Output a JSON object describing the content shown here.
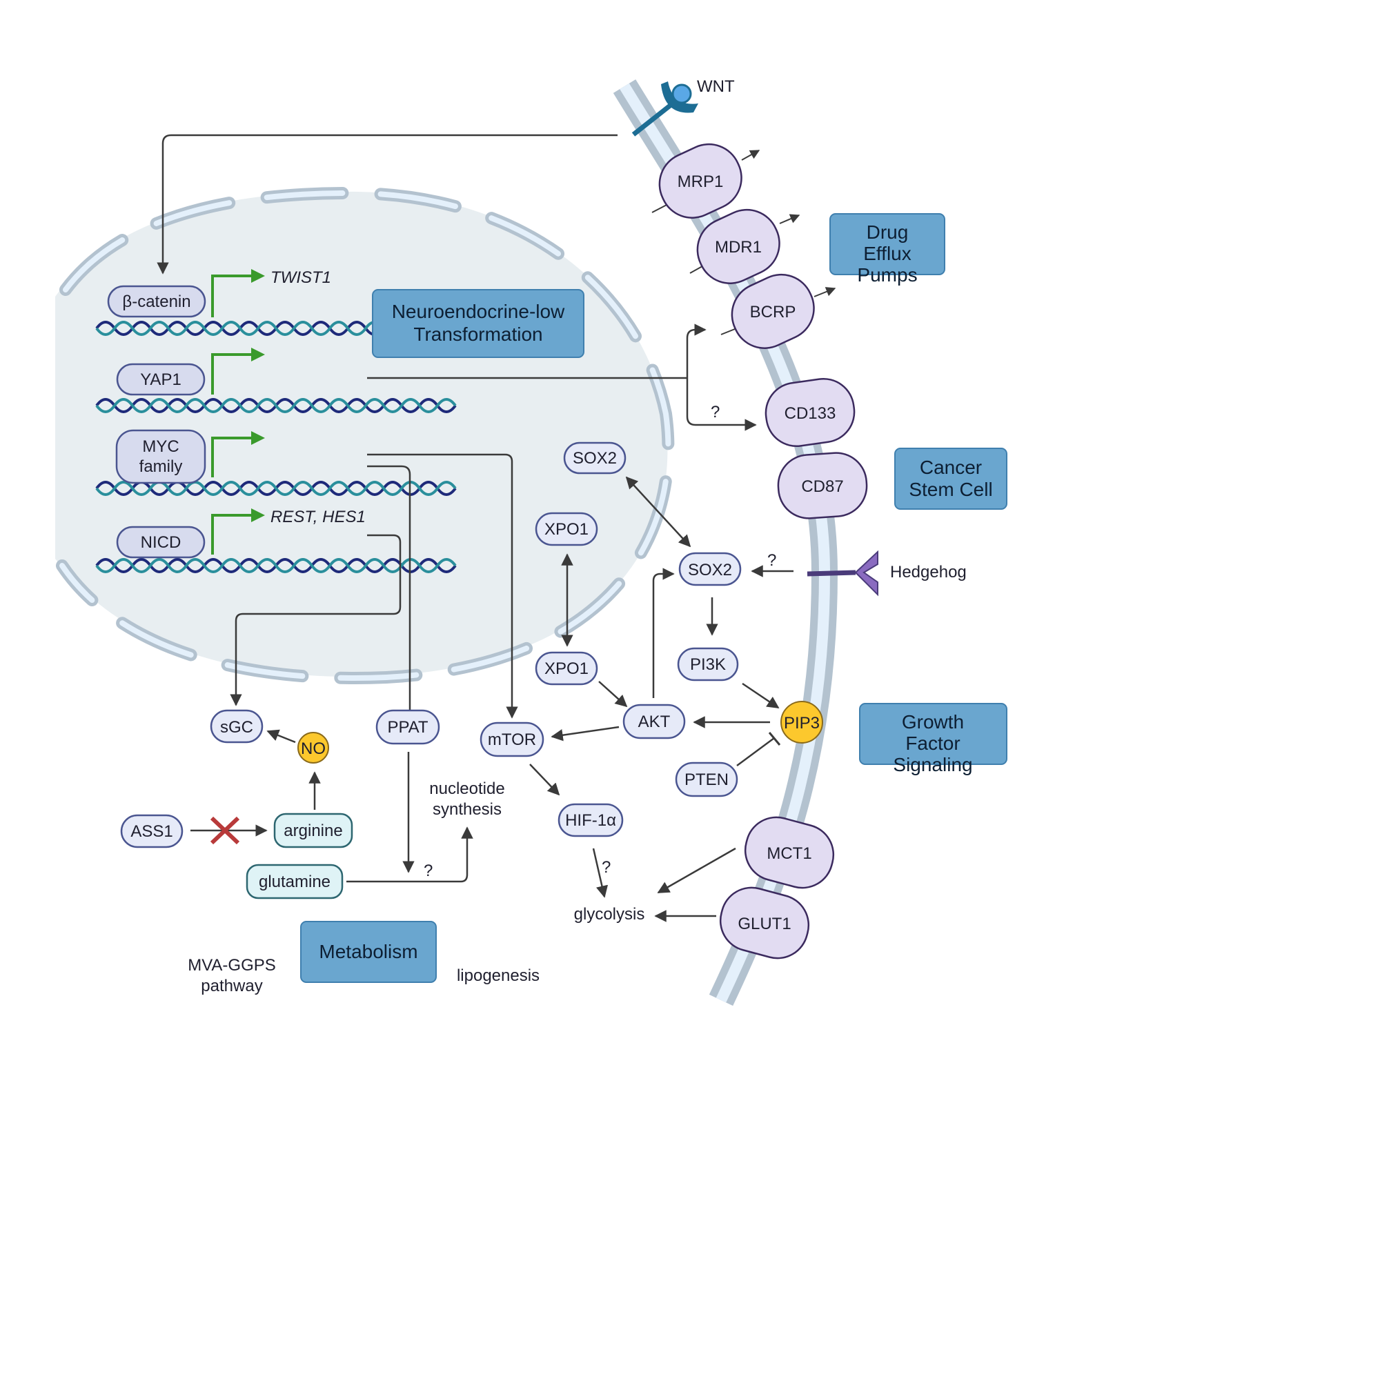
{
  "receptors": {
    "wnt": "WNT",
    "hedgehog": "Hedgehog"
  },
  "transporters": {
    "mrp1": "MRP1",
    "mdr1": "MDR1",
    "bcrp": "BCRP",
    "cd133": "CD133",
    "cd87": "CD87",
    "mct1": "MCT1",
    "glut1": "GLUT1"
  },
  "transcription": {
    "beta_catenin": "β-catenin",
    "yap1": "YAP1",
    "myc_line1": "MYC",
    "myc_line2": "family",
    "nicd": "NICD"
  },
  "targets": {
    "twist1": "TWIST1",
    "rest_hes1": "REST, HES1"
  },
  "nodes": {
    "sox2_upper": "SOX2",
    "sox2_lower": "SOX2",
    "xpo1_upper": "XPO1",
    "xpo1_lower": "XPO1",
    "pi3k": "PI3K",
    "akt": "AKT",
    "pip3": "PIP3",
    "pten": "PTEN",
    "mtor": "mTOR",
    "hif1a": "HIF-1α",
    "sgc": "sGC",
    "no": "NO",
    "ppat": "PPAT",
    "ass1": "ASS1",
    "arginine": "arginine",
    "glutamine": "glutamine"
  },
  "processes": {
    "nucleotide_line1": "nucleotide",
    "nucleotide_line2": "synthesis",
    "glycolysis": "glycolysis",
    "mva_line1": "MVA-GGPS",
    "mva_line2": "pathway",
    "lipogenesis": "lipogenesis"
  },
  "categories": {
    "neuro_line1": "Neuroendocrine-low",
    "neuro_line2": "Transformation",
    "drug_line1": "Drug",
    "drug_line2": "Efflux",
    "drug_line3": "Pumps",
    "csc_line1": "Cancer",
    "csc_line2": "Stem Cell",
    "gfs_line1": "Growth",
    "gfs_line2": "Factor",
    "gfs_line3": "Signaling",
    "metabolism": "Metabolism"
  },
  "question_marks": {
    "q": "?"
  },
  "colors": {
    "category_box": "#6aa6cf",
    "transporter_fill": "#e2dcf2",
    "transporter_stroke": "#3b2a5e",
    "node_fill": "#e6eaf8",
    "node_stroke": "#4a5590",
    "metabolite_fill": "#dff3f6",
    "metabolite_stroke": "#2d6670",
    "yellow": "#fcc82d",
    "promoter_arrow": "#3a9a2c",
    "membrane": "#b3c2cf",
    "membrane_inner": "#e4f0fb",
    "nucleus": "#e8eef1"
  }
}
